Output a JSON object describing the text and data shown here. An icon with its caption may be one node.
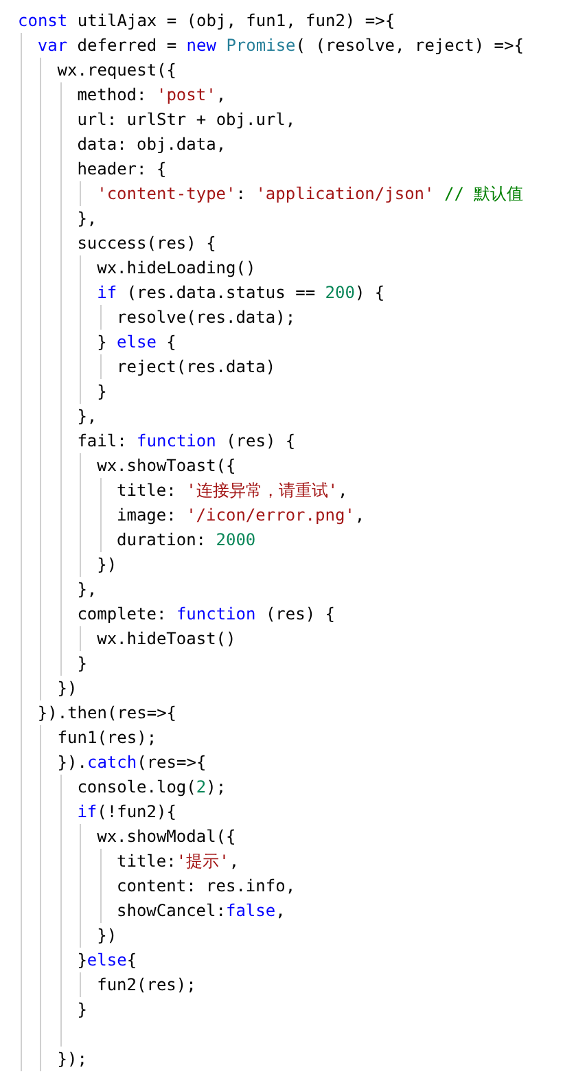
{
  "diagram": {
    "labels": [
      "const utilAjax = (obj, fun1, fun2) =>{",
      "var deferred = new Promise( (resolve, reject) =>{",
      "wx.request({",
      "method: 'post',",
      "url: urlStr + obj.url,",
      "data: obj.data,",
      "header: {",
      "'content-type': 'application/json' // 默认值",
      "},",
      "success(res) {",
      "wx.hideLoading()",
      "if (res.data.status == 200) {",
      "resolve(res.data);",
      "} else {",
      "reject(res.data)",
      "}",
      "},",
      "fail: function (res) {",
      "wx.showToast({",
      "title: '连接异常，请重试',",
      "image: '/icon/error.png',",
      "duration: 2000",
      "})",
      "},",
      "complete: function (res) {",
      "wx.hideToast()",
      "}",
      "})",
      "}).then(res=>{",
      "fun1(res);",
      "}).catch(res=>{",
      "console.log(2);",
      "if(!fun2){",
      "wx.showModal({",
      "title:'提示',",
      "content: res.info,",
      "showCancel:false,",
      "})",
      "}else{",
      "fun2(res);",
      "}",
      "});"
    ]
  }
}
